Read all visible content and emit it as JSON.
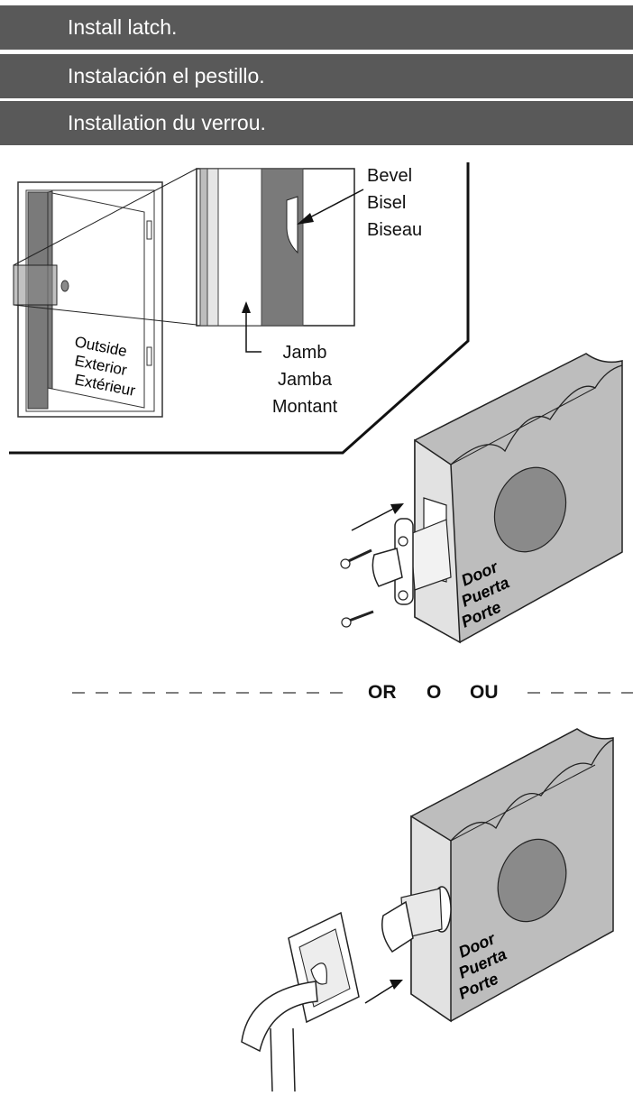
{
  "banners": [
    "Install latch.",
    "Instalación el pestillo.",
    "Installation du verrou."
  ],
  "callouts": {
    "bevel": [
      "Bevel",
      "Bisel",
      "Biseau"
    ],
    "jamb": [
      "Jamb",
      "Jamba",
      "Montant"
    ],
    "outside": [
      "Outside",
      "Exterior",
      "Extérieur"
    ],
    "door_top": [
      "Door",
      "Puerta",
      "Porte"
    ],
    "door_bottom": [
      "Door",
      "Puerta",
      "Porte"
    ]
  },
  "separator": {
    "or_en": "OR",
    "or_es": "O",
    "or_fr": "OU"
  }
}
